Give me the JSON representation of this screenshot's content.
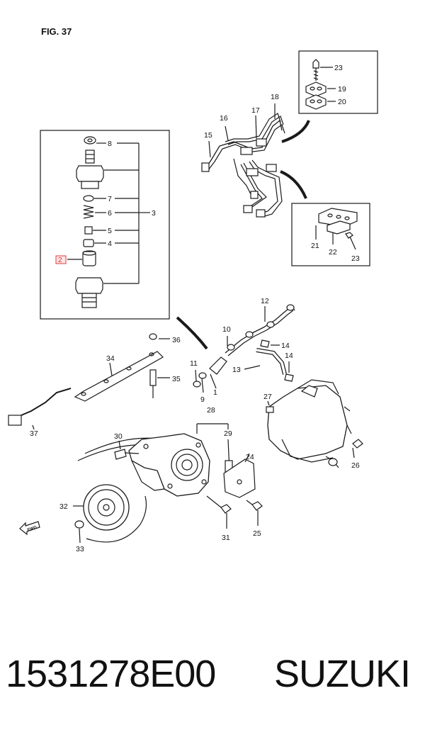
{
  "figure": {
    "label": "FIG. 37"
  },
  "callouts": {
    "c1": "1",
    "c2": "2",
    "c3": "3",
    "c4": "4",
    "c5": "5",
    "c6": "6",
    "c7": "7",
    "c8": "8",
    "c9": "9",
    "c10": "10",
    "c11": "11",
    "c12": "12",
    "c13": "13",
    "c14": "14",
    "c15": "15",
    "c16": "16",
    "c17": "17",
    "c18": "18",
    "c19": "19",
    "c20": "20",
    "c21": "21",
    "c22": "22",
    "c23a": "23",
    "c23b": "23",
    "c24": "24",
    "c25": "25",
    "c26": "26",
    "c27": "27",
    "c28": "28",
    "c29": "29",
    "c30": "30",
    "c31": "31",
    "c32": "32",
    "c33": "33",
    "c34": "34",
    "c35": "35",
    "c36": "36",
    "c37": "37"
  },
  "fwd_label": "FWD",
  "footer": {
    "part_number": "1531278E00",
    "brand": "SUZUKI"
  },
  "colors": {
    "line": "#1a1a1a",
    "highlight": "#e03a3a",
    "highlight_fill": "#ffe6e6"
  }
}
